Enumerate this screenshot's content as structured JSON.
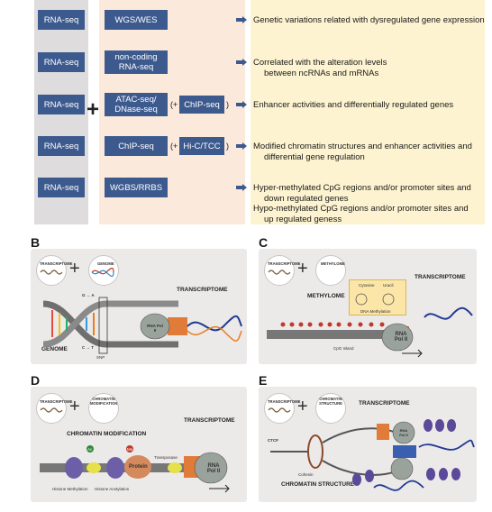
{
  "table": {
    "rows": [
      {
        "left": "RNA-seq",
        "middle": "WGS/WES",
        "right": "",
        "desc": [
          "Genetic variations related with dysregulated gene expression"
        ]
      },
      {
        "left": "RNA-seq",
        "middle": "non-coding RNA-seq",
        "right": "",
        "desc": [
          "Correlated with the alteration levels",
          "between ncRNAs and mRNAs"
        ]
      },
      {
        "left": "RNA-seq",
        "middle": "ATAC-seq/ DNase-seq",
        "right": "ChIP-seq",
        "desc": [
          "Enhancer activities and differentially regulated genes"
        ]
      },
      {
        "left": "RNA-seq",
        "middle": "ChIP-seq",
        "right": "Hi-C/TCC",
        "desc": [
          "Modified chromatin structures and enhancer activities and",
          "differential gene regulation"
        ]
      },
      {
        "left": "RNA-seq",
        "middle": "WGBS/RRBS",
        "right": "",
        "desc": [
          "Hyper-methylated CpG regions and/or promoter sites and",
          "down regulated genes",
          "Hypo-methylated CpG regions and/or promoter sites and",
          "up regulated geness"
        ]
      }
    ],
    "plus": "+",
    "paren_open": "(+",
    "paren_close": ")"
  },
  "panels": {
    "B": {
      "label": "B",
      "c1": "TRANSCRIPTOME",
      "c2": "GENOME",
      "title": "TRANSCRIPTOME",
      "bottom": "GENOME",
      "g_mut": "G → A",
      "c_mut": "C → T",
      "snp": "SNP",
      "pol": "RNA Pol II"
    },
    "C": {
      "label": "C",
      "c1": "TRANSCRIPTOME",
      "c2": "METHYLOME",
      "title": "TRANSCRIPTOME",
      "sub": "METHYLOME",
      "cytosine": "Cytosine",
      "uracil": "Uracil",
      "dnameth": "DNA Methylation",
      "cpg": "CpG Island",
      "pol": "RNA Pol II"
    },
    "D": {
      "label": "D",
      "c1": "TRANSCRIPTOME",
      "c2": "CHROMATIN MODIFICATION",
      "title": "TRANSCRIPTOME",
      "sub": "CHROMATIN MODIFICATION",
      "ac": "Ac",
      "me": "Me",
      "protein": "Protein",
      "transposase": "Transposase",
      "hm": "Histone Methylation",
      "ha": "Histone Acetylation",
      "pol": "RNA Pol II"
    },
    "E": {
      "label": "E",
      "c1": "TRANSCRIPTOME",
      "c2": "CHROMATIN STRUCTURE",
      "title": "TRANSCRIPTOME",
      "ctcf": "CTCF",
      "cohesin": "Cohesin",
      "bottom": "CHROMATIN STRUCTURE",
      "pol": "RNA Pol II"
    }
  }
}
